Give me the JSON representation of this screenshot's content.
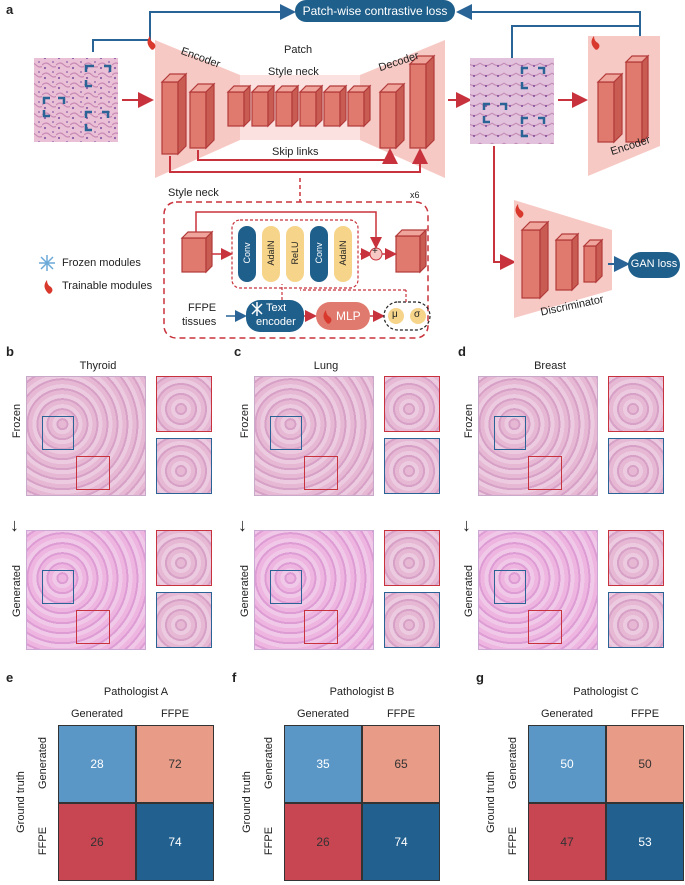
{
  "panel_a": {
    "letter": "a",
    "loss_patch": "Patch-wise contrastive loss",
    "patch": "Patch",
    "encoder": "Encoder",
    "style_neck": "Style neck",
    "decoder": "Decoder",
    "skip_links": "Skip links",
    "encoder2": "Encoder",
    "discriminator": "Discriminator",
    "gan_loss": "GAN loss",
    "legend_frozen": "Frozen modules",
    "legend_trainable": "Trainable modules",
    "detail_title": "Style neck",
    "repeat": "x6",
    "conv1": "Conv",
    "adain1": "AdaIN",
    "relu": "ReLU",
    "conv2": "Conv",
    "adain2": "AdaIN",
    "ffpe_line1": "FFPE",
    "ffpe_line2": "tissues",
    "text_enc_line1": "Text",
    "text_enc_line2": "encoder",
    "mlp": "MLP",
    "mu": "μ",
    "sigma": "σ",
    "plus": "+"
  },
  "tissue_panels": [
    {
      "letter": "b",
      "title": "Thyroid",
      "top_label": "Frozen",
      "bottom_label": "Generated"
    },
    {
      "letter": "c",
      "title": "Lung",
      "top_label": "Frozen",
      "bottom_label": "Generated"
    },
    {
      "letter": "d",
      "title": "Breast",
      "top_label": "Frozen",
      "bottom_label": "Generated"
    }
  ],
  "matrices": [
    {
      "letter": "e",
      "title": "Pathologist A",
      "col_labels": [
        "Generated",
        "FFPE"
      ],
      "row_labels": [
        "Generated",
        "FFPE"
      ],
      "axis_label": "Ground truth",
      "values": [
        [
          28,
          72
        ],
        [
          26,
          74
        ]
      ]
    },
    {
      "letter": "f",
      "title": "Pathologist B",
      "col_labels": [
        "Generated",
        "FFPE"
      ],
      "row_labels": [
        "Generated",
        "FFPE"
      ],
      "axis_label": "Ground truth",
      "values": [
        [
          35,
          65
        ],
        [
          26,
          74
        ]
      ]
    },
    {
      "letter": "g",
      "title": "Pathologist C",
      "col_labels": [
        "Generated",
        "FFPE"
      ],
      "row_labels": [
        "Generated",
        "FFPE"
      ],
      "axis_label": "Ground truth",
      "values": [
        [
          50,
          50
        ],
        [
          47,
          53
        ]
      ]
    }
  ],
  "colors": {
    "trapezoid": "#f7c9c4",
    "block": "#e07a6f",
    "block_edge": "#b23a3a",
    "arrow_red": "#c8323c",
    "arrow_blue": "#2a6496",
    "pill_blue": "#1f5f8b",
    "pill_yellow": "#f6d48a",
    "tissue_pink": "#e8b6d0",
    "tissue_purple": "#9b6fb0",
    "cell_light_blue": "#5b97c6",
    "cell_salmon": "#e89b87",
    "cell_red": "#c84552",
    "cell_dark_blue": "#21608f"
  }
}
